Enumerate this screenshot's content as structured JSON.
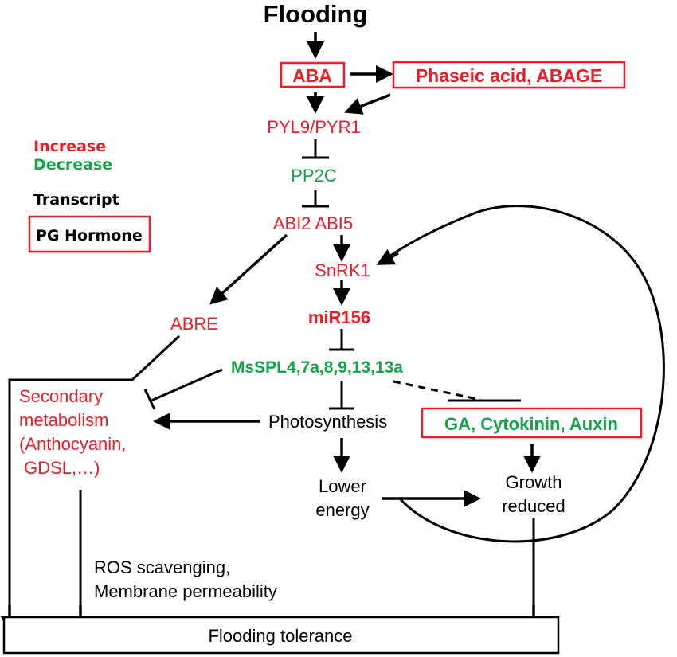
{
  "title": "Flooding",
  "colors": {
    "increase": "#ee1c25",
    "decrease": "#17a34a",
    "transcript": "#000000",
    "hormone_box_border": "#ee1c25"
  },
  "legend": {
    "increase": "Increase",
    "decrease": "Decrease",
    "transcript": "Transcript",
    "hormone": "PG Hormone"
  },
  "nodes": {
    "flooding": "Flooding",
    "aba": "ABA",
    "phaseic": "Phaseic acid, ABAGE",
    "pyl9": "PYL9/PYR1",
    "pp2c": "PP2C",
    "abi": "ABI2 ABI5",
    "snrk1": "SnRK1",
    "mir156": "miR156",
    "abre": "ABRE",
    "msspl": "MsSPL4,7a,8,9,13,13a",
    "secondary": [
      "Secondary",
      "metabolism",
      "(Anthocyanin,",
      " GDSL,…)"
    ],
    "photosynthesis": "Photosynthesis",
    "hormones": "GA, Cytokinin, Auxin",
    "lower_energy": [
      "Lower",
      "energy"
    ],
    "growth_reduced": [
      "Growth",
      "reduced"
    ],
    "ros": [
      "ROS scavenging,",
      "Membrane permeability"
    ],
    "tolerance": "Flooding tolerance"
  }
}
